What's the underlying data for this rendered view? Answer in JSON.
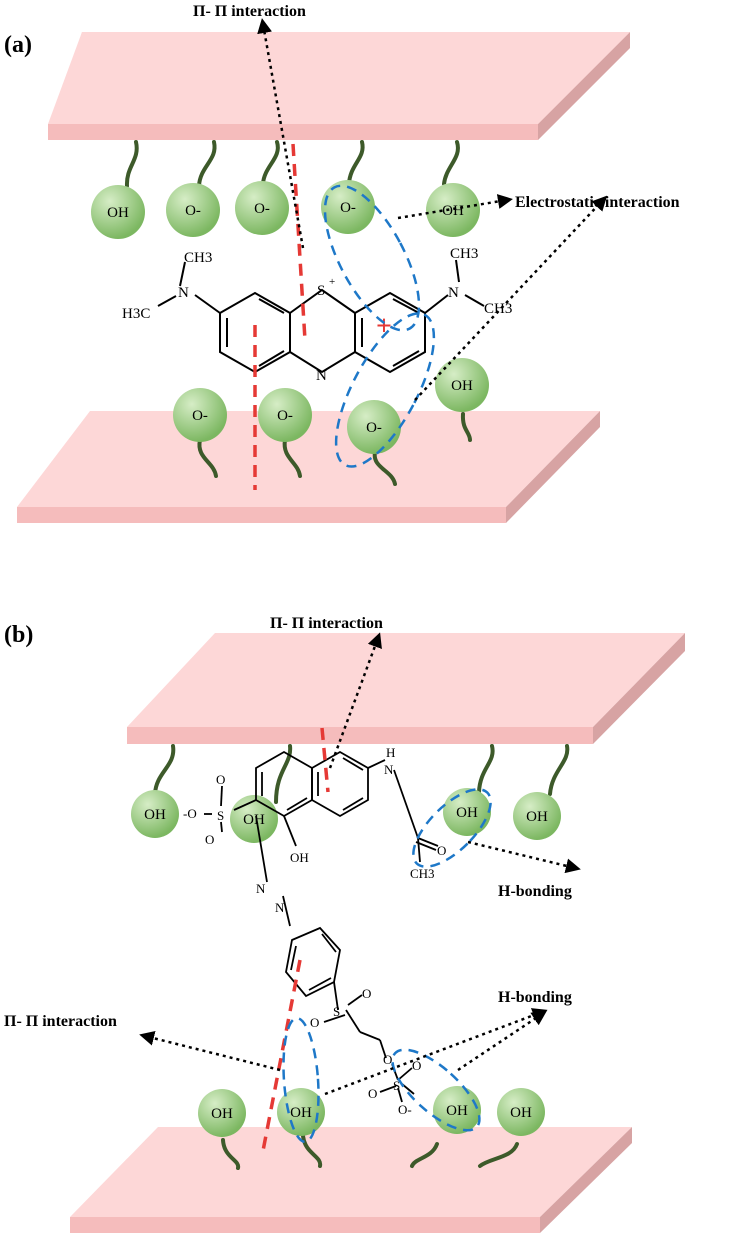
{
  "panels": [
    {
      "label": "(a)",
      "annotations": {
        "pi_pi": "Π- Π interaction",
        "electrostatic": "Electrostatic interaction"
      },
      "top_groups": [
        "OH",
        "O-",
        "O-",
        "O-",
        "OH"
      ],
      "bottom_groups": [
        "O-",
        "O-",
        "O-",
        "OH"
      ],
      "molecule": {
        "atoms": [
          "S",
          "+",
          "N",
          "N",
          "N"
        ],
        "methyls": [
          "CH3",
          "H3C",
          "CH3",
          "CH3"
        ],
        "charge": "+"
      }
    },
    {
      "label": "(b)",
      "annotations": {
        "pi_pi_top": "Π- Π interaction",
        "pi_pi_left": "Π- Π interaction",
        "h_bonding_1": "H-bonding",
        "h_bonding_2": "H-bonding"
      },
      "top_groups": [
        "OH",
        "OH",
        "OH",
        "OH"
      ],
      "bottom_groups": [
        "OH",
        "OH",
        "OH",
        "OH"
      ],
      "molecule": {
        "labels": [
          "H",
          "N",
          "O",
          "CH3",
          "OH",
          "S",
          "O",
          "O",
          "-O",
          "N",
          "N",
          "S",
          "O",
          "O",
          "O",
          "S",
          "O",
          "O",
          "O-"
        ]
      }
    }
  ],
  "colors": {
    "plate_top": "#fdd5d5",
    "plate_front": "#f6bcbc",
    "plate_side": "#d9a2a2",
    "bead": "#92c77a",
    "tail": "#3d5a2a",
    "red_dash": "#e53935",
    "blue_dash": "#1e78c8"
  }
}
